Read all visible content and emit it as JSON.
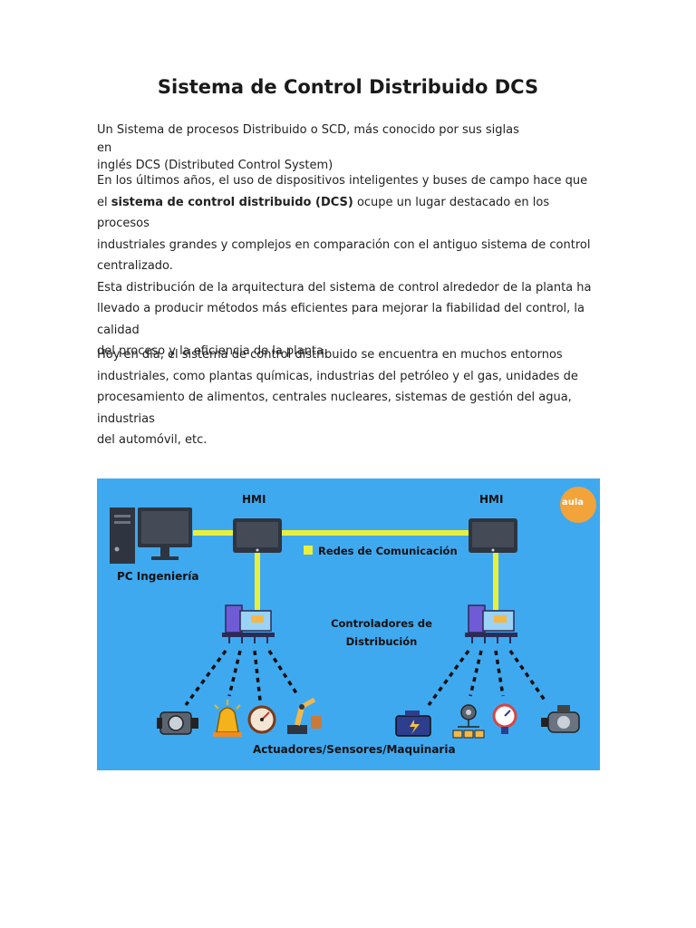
{
  "title": "Sistema de Control Distribuido DCS",
  "paragraph1": {
    "line1": "Un Sistema de procesos Distribuido o SCD, más conocido por sus siglas en",
    "line2": "inglés DCS (Distributed Control System)"
  },
  "paragraph2": {
    "line1": "En los últimos años, el uso de dispositivos inteligentes y buses de campo hace que",
    "line2_pre": "el ",
    "line2_bold": "sistema de control distribuido (DCS)",
    "line2_post": " ocupe un lugar destacado en los procesos",
    "line3": "industriales grandes y complejos en comparación con el antiguo sistema de control",
    "line4": "centralizado.",
    "line5": "Esta distribución de la arquitectura del sistema de control alrededor de la planta ha",
    "line6": "llevado a producir métodos más eficientes para mejorar la fiabilidad del control, la calidad",
    "line7": "del proceso y la eficiencia de la planta."
  },
  "paragraph3": {
    "line1": "Hoy en día, el sistema de control distribuido se encuentra en muchos entornos",
    "line2": "industriales, como plantas químicas, industrias del petróleo y el gas, unidades de",
    "line3": "procesamiento de alimentos, centrales nucleares, sistemas de gestión del agua, industrias",
    "line4": "del automóvil, etc."
  },
  "diagram": {
    "hmi_left": "HMI",
    "hmi_right": "HMI",
    "pc_label": "PC Ingeniería",
    "network_label": "Redes de Comunicación",
    "controllers_line1": "Controladores de",
    "controllers_line2": "Distribución",
    "actuators_label": "Actuadores/Sensores/Maquinaria",
    "logo_text": "aula",
    "colors": {
      "background": "#3fa9f0",
      "network_line": "#e8f03c",
      "logo": "#f2a33a"
    }
  }
}
